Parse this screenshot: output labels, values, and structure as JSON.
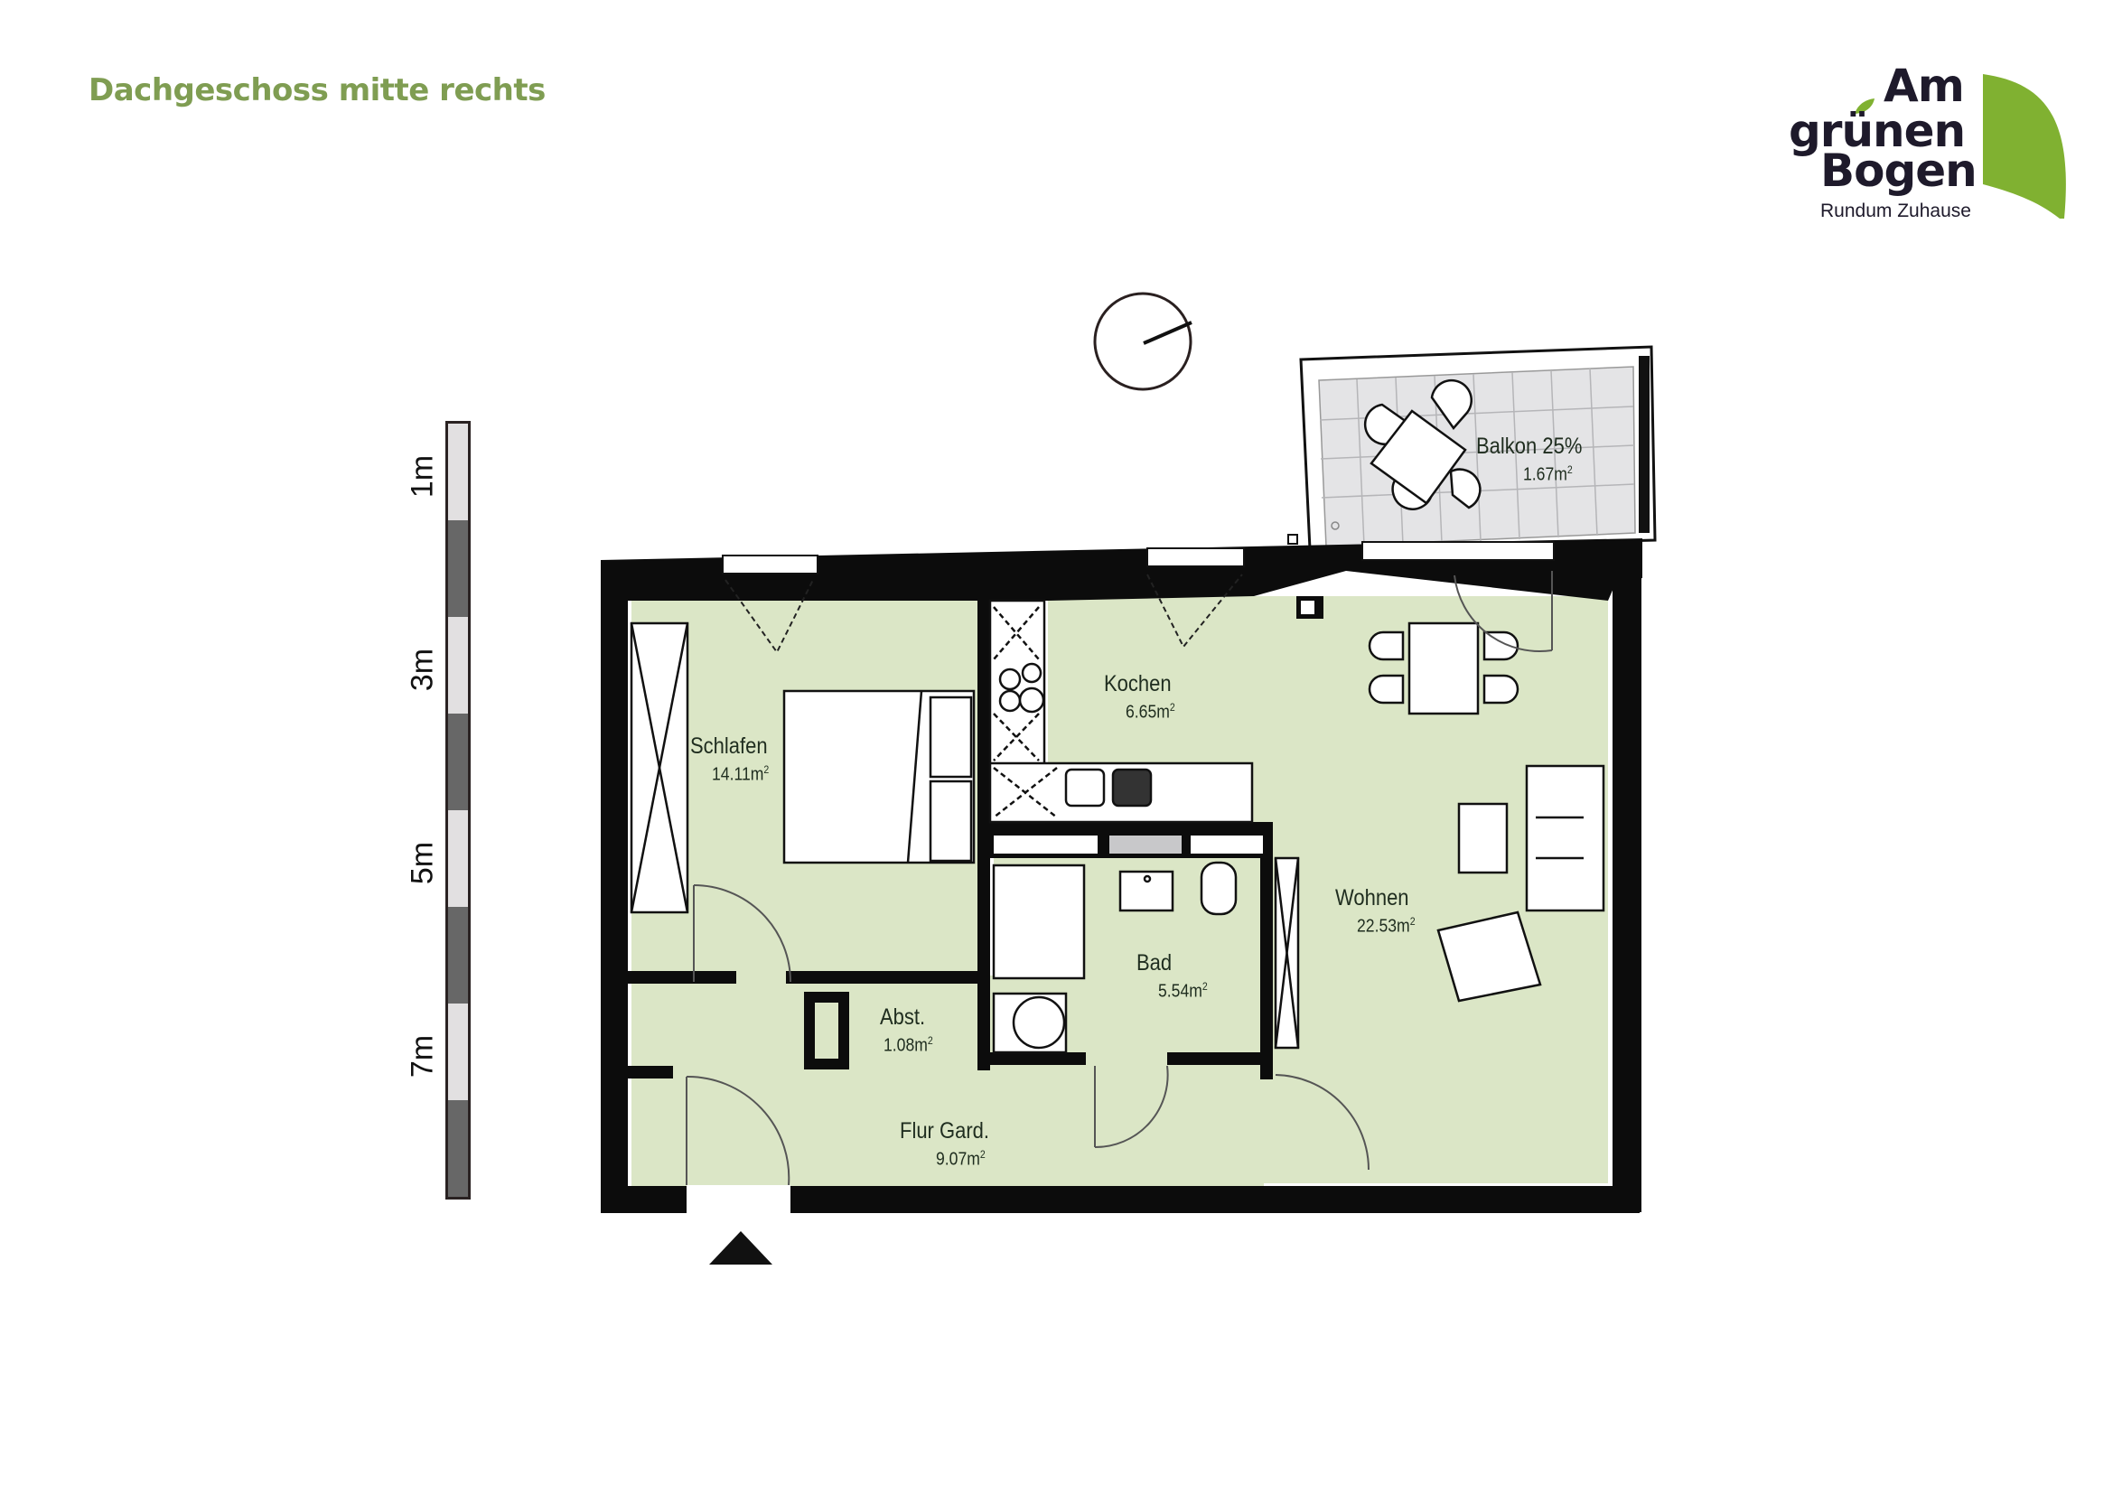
{
  "header": {
    "title": "Dachgeschoss mitte rechts"
  },
  "logo": {
    "line1": "Am",
    "line2": "grünen",
    "line3": "Bogen",
    "tagline": "Rundum Zuhause",
    "leaf_color": "#80b131",
    "text_color": "#1e1a2b"
  },
  "scale_bar": {
    "labels": [
      "1m",
      "3m",
      "5m",
      "7m"
    ],
    "segments": 8
  },
  "compass": {
    "icon": "north-arrow-circle"
  },
  "entrance": {
    "icon": "entrance-triangle"
  },
  "rooms": [
    {
      "id": "schlafen",
      "name": "Schlafen",
      "area": "14.11m",
      "unit_sup": "2"
    },
    {
      "id": "kochen",
      "name": "Kochen",
      "area": "6.65m",
      "unit_sup": "2"
    },
    {
      "id": "wohnen",
      "name": "Wohnen",
      "area": "22.53m",
      "unit_sup": "2"
    },
    {
      "id": "bad",
      "name": "Bad",
      "area": "5.54m",
      "unit_sup": "2"
    },
    {
      "id": "abst",
      "name": "Abst.",
      "area": "1.08m",
      "unit_sup": "2"
    },
    {
      "id": "flur",
      "name": "Flur Gard.",
      "area": "9.07m",
      "unit_sup": "2"
    },
    {
      "id": "balkon",
      "name": "Balkon 25%",
      "area": "1.67m",
      "unit_sup": "2"
    }
  ],
  "colors": {
    "room_fill": "#dbe6c6",
    "wall": "#0c0c0c",
    "balcony_fill": "#e4e4e6",
    "title_green": "#7f9d52"
  }
}
